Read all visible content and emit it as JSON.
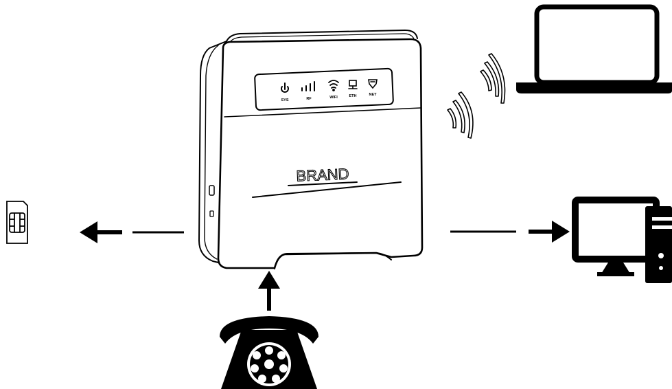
{
  "diagram": {
    "router": {
      "brand_text": "BRAND",
      "led_labels": [
        "SYS",
        "RF",
        "WIFI",
        "ETH",
        "NET"
      ],
      "led_icons": [
        "power-icon",
        "signal-bars-icon",
        "wifi-icon",
        "ethernet-icon",
        "shield-icon"
      ]
    },
    "connections": [
      {
        "target": "sim-card-icon",
        "direction": "left"
      },
      {
        "target": "desktop-computer-icon",
        "direction": "right"
      },
      {
        "target": "rotary-telephone-icon",
        "direction": "up"
      },
      {
        "target": "laptop-icon",
        "link": "wireless"
      }
    ],
    "colors": {
      "ink": "#000000",
      "background": "#ffffff"
    }
  }
}
